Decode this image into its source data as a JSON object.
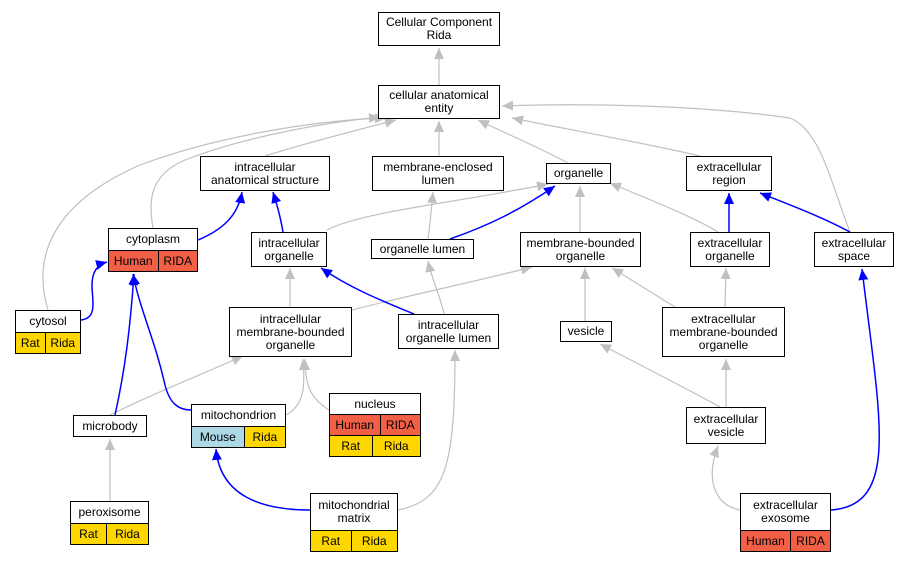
{
  "colors": {
    "is_a_edge": "#c0c0c0",
    "part_of_edge": "#0000ff",
    "human_tag": "#f15f46",
    "rat_tag": "#ffd700",
    "mouse_tag": "#add8e6"
  },
  "nodes": {
    "cellular_component": {
      "label": "Cellular Component\nRida"
    },
    "cellular_anatomical_entity": {
      "label": "cellular anatomical\nentity"
    },
    "intracellular_anatomical_structure": {
      "label": "intracellular\nanatomical structure"
    },
    "membrane_enclosed_lumen": {
      "label": "membrane-enclosed\nlumen"
    },
    "organelle": {
      "label": "organelle"
    },
    "extracellular_region": {
      "label": "extracellular\nregion"
    },
    "cytoplasm": {
      "label": "cytoplasm",
      "tags": [
        "Human",
        "RIDA"
      ]
    },
    "intracellular_organelle": {
      "label": "intracellular\norganelle"
    },
    "organelle_lumen": {
      "label": "organelle lumen"
    },
    "membrane_bounded_organelle": {
      "label": "membrane-bounded\norganelle"
    },
    "extracellular_organelle": {
      "label": "extracellular\norganelle"
    },
    "extracellular_space": {
      "label": "extracellular\nspace"
    },
    "cytosol": {
      "label": "cytosol",
      "tags": [
        "Rat",
        "Rida"
      ]
    },
    "intracellular_membrane_bounded_organelle": {
      "label": "intracellular\nmembrane-bounded\norganelle"
    },
    "intracellular_organelle_lumen": {
      "label": "intracellular\norganelle lumen"
    },
    "vesicle": {
      "label": "vesicle"
    },
    "extracellular_membrane_bounded_organelle": {
      "label": "extracellular\nmembrane-bounded\norganelle"
    },
    "microbody": {
      "label": "microbody"
    },
    "mitochondrion": {
      "label": "mitochondrion",
      "tags": [
        "Mouse",
        "Rida"
      ]
    },
    "nucleus": {
      "label": "nucleus",
      "tags": [
        "Human",
        "RIDA",
        "Rat",
        "Rida"
      ]
    },
    "extracellular_vesicle": {
      "label": "extracellular\nvesicle"
    },
    "peroxisome": {
      "label": "peroxisome",
      "tags": [
        "Rat",
        "Rida"
      ]
    },
    "mitochondrial_matrix": {
      "label": "mitochondrial\nmatrix",
      "tags": [
        "Rat",
        "Rida"
      ]
    },
    "extracellular_exosome": {
      "label": "extracellular\nexosome",
      "tags": [
        "Human",
        "RIDA"
      ]
    }
  },
  "edges": [
    {
      "from": "cellular_anatomical_entity",
      "to": "cellular_component",
      "type": "is_a"
    },
    {
      "from": "intracellular_anatomical_structure",
      "to": "cellular_anatomical_entity",
      "type": "is_a"
    },
    {
      "from": "membrane_enclosed_lumen",
      "to": "cellular_anatomical_entity",
      "type": "is_a"
    },
    {
      "from": "organelle",
      "to": "cellular_anatomical_entity",
      "type": "is_a"
    },
    {
      "from": "extracellular_region",
      "to": "cellular_anatomical_entity",
      "type": "is_a"
    },
    {
      "from": "cytosol",
      "to": "cellular_anatomical_entity",
      "type": "is_a"
    },
    {
      "from": "cytoplasm",
      "to": "cellular_anatomical_entity",
      "type": "is_a"
    },
    {
      "from": "extracellular_space",
      "to": "cellular_anatomical_entity",
      "type": "is_a"
    },
    {
      "from": "cytoplasm",
      "to": "intracellular_anatomical_structure",
      "type": "part_of"
    },
    {
      "from": "intracellular_organelle",
      "to": "intracellular_anatomical_structure",
      "type": "part_of"
    },
    {
      "from": "intracellular_organelle",
      "to": "organelle",
      "type": "is_a"
    },
    {
      "from": "organelle_lumen",
      "to": "membrane_enclosed_lumen",
      "type": "is_a"
    },
    {
      "from": "organelle_lumen",
      "to": "organelle",
      "type": "part_of"
    },
    {
      "from": "membrane_bounded_organelle",
      "to": "organelle",
      "type": "is_a"
    },
    {
      "from": "extracellular_organelle",
      "to": "organelle",
      "type": "is_a"
    },
    {
      "from": "extracellular_organelle",
      "to": "extracellular_region",
      "type": "part_of"
    },
    {
      "from": "extracellular_space",
      "to": "extracellular_region",
      "type": "part_of"
    },
    {
      "from": "cytosol",
      "to": "cytoplasm",
      "type": "part_of"
    },
    {
      "from": "intracellular_membrane_bounded_organelle",
      "to": "intracellular_organelle",
      "type": "is_a"
    },
    {
      "from": "intracellular_membrane_bounded_organelle",
      "to": "membrane_bounded_organelle",
      "type": "is_a"
    },
    {
      "from": "intracellular_organelle_lumen",
      "to": "intracellular_organelle",
      "type": "part_of"
    },
    {
      "from": "intracellular_organelle_lumen",
      "to": "organelle_lumen",
      "type": "is_a"
    },
    {
      "from": "vesicle",
      "to": "membrane_bounded_organelle",
      "type": "is_a"
    },
    {
      "from": "extracellular_membrane_bounded_organelle",
      "to": "membrane_bounded_organelle",
      "type": "is_a"
    },
    {
      "from": "extracellular_membrane_bounded_organelle",
      "to": "extracellular_organelle",
      "type": "is_a"
    },
    {
      "from": "microbody",
      "to": "intracellular_membrane_bounded_organelle",
      "type": "is_a"
    },
    {
      "from": "microbody",
      "to": "cytoplasm",
      "type": "part_of"
    },
    {
      "from": "mitochondrion",
      "to": "intracellular_membrane_bounded_organelle",
      "type": "is_a"
    },
    {
      "from": "mitochondrion",
      "to": "cytoplasm",
      "type": "part_of"
    },
    {
      "from": "nucleus",
      "to": "intracellular_membrane_bounded_organelle",
      "type": "is_a"
    },
    {
      "from": "extracellular_vesicle",
      "to": "vesicle",
      "type": "is_a"
    },
    {
      "from": "extracellular_vesicle",
      "to": "extracellular_membrane_bounded_organelle",
      "type": "is_a"
    },
    {
      "from": "peroxisome",
      "to": "microbody",
      "type": "is_a"
    },
    {
      "from": "mitochondrial_matrix",
      "to": "mitochondrion",
      "type": "part_of"
    },
    {
      "from": "mitochondrial_matrix",
      "to": "intracellular_organelle_lumen",
      "type": "is_a"
    },
    {
      "from": "extracellular_exosome",
      "to": "extracellular_vesicle",
      "type": "is_a"
    },
    {
      "from": "extracellular_exosome",
      "to": "extracellular_space",
      "type": "part_of"
    }
  ]
}
